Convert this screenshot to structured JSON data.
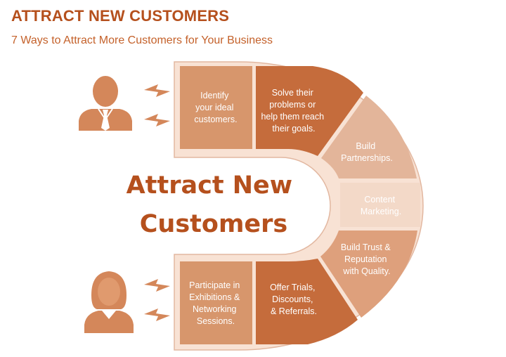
{
  "title": "ATTRACT NEW CUSTOMERS",
  "subtitle": "7 Ways to Attract More Customers for Your Business",
  "center": {
    "line1": "Attract New",
    "line2": "Customers"
  },
  "segments": [
    {
      "lines": [
        "Identify",
        "your ideal",
        "customers."
      ]
    },
    {
      "lines": [
        "Solve their",
        "problems or",
        "help them reach",
        "their goals."
      ]
    },
    {
      "lines": [
        "Build",
        "Partnerships."
      ]
    },
    {
      "lines": [
        "Content",
        "Marketing."
      ]
    },
    {
      "lines": [
        "Build Trust &",
        "Reputation",
        "with Quality."
      ]
    },
    {
      "lines": [
        "Offer Trials,",
        "Discounts,",
        "& Referrals."
      ]
    },
    {
      "lines": [
        "Participate in",
        "Exhibitions &",
        "Networking",
        "Sessions."
      ]
    }
  ],
  "icons": {
    "top": "businessman-icon",
    "bottom": "businesswoman-icon",
    "signal": "lightning-icon"
  },
  "colors": {
    "brand": "#b5501d",
    "dark": "#c56c3c",
    "medium": "#d7966c",
    "light": "#e3b59a",
    "lightest": "#f3d9c8"
  }
}
